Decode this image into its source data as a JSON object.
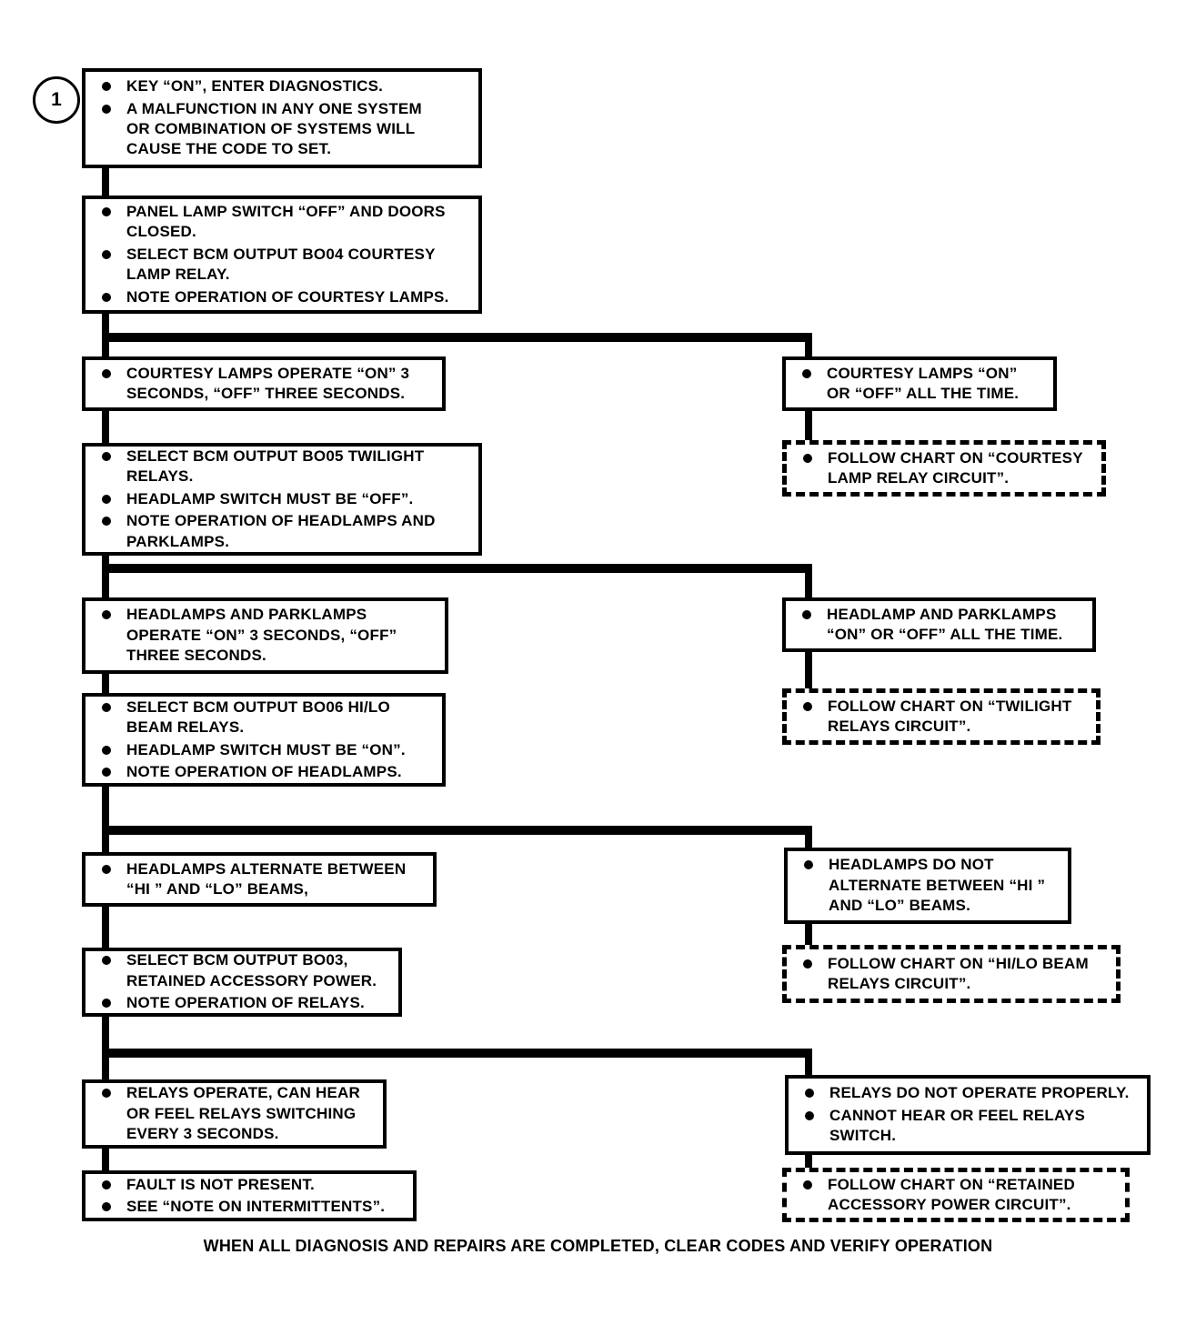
{
  "start_marker": "1",
  "colors": {
    "ink": "#000000",
    "paper": "#ffffff"
  },
  "boxes": {
    "key_on": {
      "items": [
        "KEY “ON”, ENTER DIAGNOSTICS.",
        "A MALFUNCTION IN ANY ONE SYSTEM\nOR COMBINATION OF SYSTEMS WILL\nCAUSE THE CODE TO SET."
      ]
    },
    "courtesy_select": {
      "items": [
        "PANEL LAMP SWITCH “OFF” AND DOORS\nCLOSED.",
        "SELECT BCM OUTPUT BO04 COURTESY\nLAMP RELAY.",
        "NOTE OPERATION OF COURTESY LAMPS."
      ]
    },
    "courtesy_ok": {
      "items": [
        "COURTESY LAMPS OPERATE “ON” 3\nSECONDS, “OFF” THREE SECONDS."
      ]
    },
    "courtesy_fail": {
      "items": [
        "COURTESY LAMPS “ON”\nOR “OFF” ALL THE TIME."
      ]
    },
    "courtesy_follow": {
      "items": [
        "FOLLOW CHART ON “COURTESY\nLAMP RELAY CIRCUIT”."
      ]
    },
    "twilight_select": {
      "items": [
        "SELECT BCM OUTPUT BO05 TWILIGHT\nRELAYS.",
        "HEADLAMP SWITCH MUST BE “OFF”.",
        "NOTE OPERATION OF HEADLAMPS AND\nPARKLAMPS."
      ]
    },
    "twilight_ok": {
      "items": [
        "HEADLAMPS AND PARKLAMPS\nOPERATE “ON” 3 SECONDS, “OFF”\nTHREE SECONDS."
      ]
    },
    "twilight_fail": {
      "items": [
        "HEADLAMP AND PARKLAMPS\n“ON” OR “OFF” ALL THE TIME."
      ]
    },
    "twilight_follow": {
      "items": [
        "FOLLOW CHART ON “TWILIGHT\nRELAYS CIRCUIT”."
      ]
    },
    "hilo_select": {
      "items": [
        "SELECT BCM OUTPUT BO06 HI/LO\nBEAM RELAYS.",
        "HEADLAMP SWITCH MUST BE “ON”.",
        "NOTE OPERATION OF HEADLAMPS."
      ]
    },
    "hilo_ok": {
      "items": [
        "HEADLAMPS ALTERNATE BETWEEN\n“HI ” AND “LO” BEAMS,"
      ]
    },
    "hilo_fail": {
      "items": [
        "HEADLAMPS DO NOT\nALTERNATE BETWEEN “HI ”\nAND “LO” BEAMS."
      ]
    },
    "hilo_follow": {
      "items": [
        "FOLLOW CHART ON “HI/LO BEAM\nRELAYS CIRCUIT”."
      ]
    },
    "rap_select": {
      "items": [
        "SELECT BCM OUTPUT BO03,\nRETAINED ACCESSORY POWER.",
        "NOTE OPERATION OF RELAYS."
      ]
    },
    "rap_ok": {
      "items": [
        "RELAYS OPERATE, CAN HEAR\nOR FEEL RELAYS SWITCHING\nEVERY 3 SECONDS."
      ]
    },
    "rap_fail": {
      "items": [
        "RELAYS DO NOT OPERATE PROPERLY.",
        "CANNOT HEAR OR FEEL RELAYS\nSWITCH."
      ]
    },
    "rap_follow": {
      "items": [
        "FOLLOW CHART ON “RETAINED\nACCESSORY POWER CIRCUIT”."
      ]
    },
    "no_fault": {
      "items": [
        "FAULT IS NOT PRESENT.",
        "SEE “NOTE ON INTERMITTENTS”."
      ]
    }
  },
  "footer": "WHEN ALL DIAGNOSIS AND REPAIRS ARE COMPLETED, CLEAR CODES AND VERIFY OPERATION"
}
